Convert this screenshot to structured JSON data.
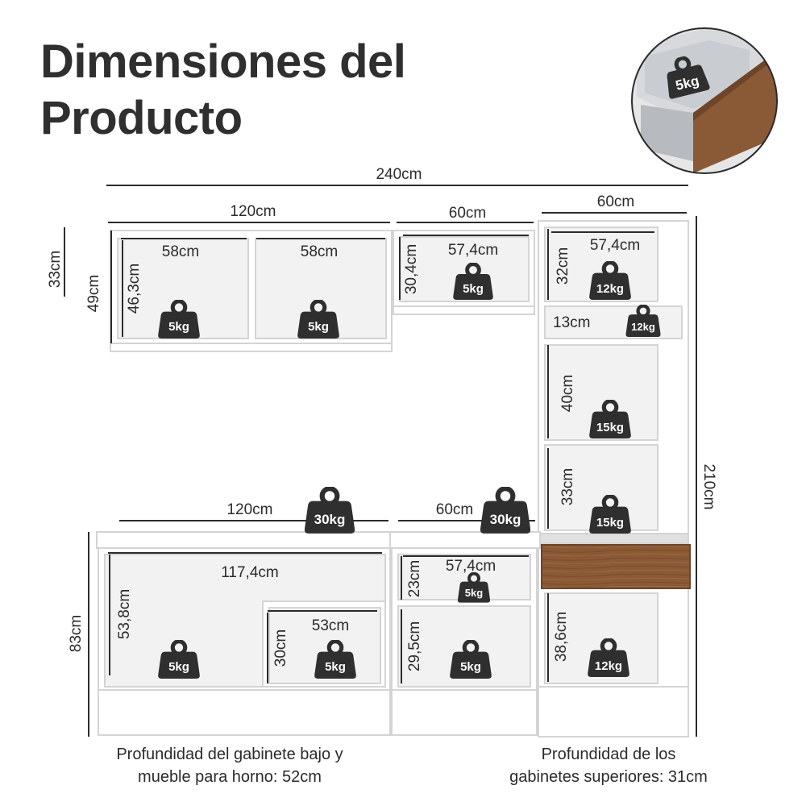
{
  "title": {
    "line1": "Dimensiones del",
    "line2": "Producto"
  },
  "colors": {
    "panel": "#ffffff",
    "edge": "#d4d4d4",
    "interior": "#f2f2f2",
    "wood": "#8a5a36",
    "ink": "#2b2b2b",
    "badge": "#2f2f2f"
  },
  "icons": {
    "weight": "weight-icon"
  },
  "inset": {
    "weight": "5kg"
  },
  "dimensions": {
    "total_width": "240cm",
    "upper_width": "120cm",
    "upper_mid_width": "60cm",
    "tower_width": "60cm",
    "upper_left_height_outer": "33cm",
    "upper_left_height": "49cm",
    "upper_left_inner_height": "46,3cm",
    "upper_left_shelf_a": "58cm",
    "upper_left_shelf_b": "58cm",
    "upper_mid_inner_width": "57,4cm",
    "upper_mid_inner_height": "30,4cm",
    "tower_top_width": "57,4cm",
    "tower_top_height": "32cm",
    "tower_niche_height": "13cm",
    "tower_mid_height": "40cm",
    "tower_low_height": "33cm",
    "total_height": "210cm",
    "base_width": "120cm",
    "base_mid_width": "60cm",
    "base_height": "83cm",
    "base_inner_width": "117,4cm",
    "base_inner_height": "53,8cm",
    "oven_niche_width": "53cm",
    "oven_niche_height": "30cm",
    "base_mid_inner_width": "57,4cm",
    "base_mid_upper_height": "23cm",
    "base_mid_lower_height": "29,5cm",
    "tower_base_height": "38,6cm"
  },
  "weights": {
    "upper_left_a": "5kg",
    "upper_left_b": "5kg",
    "upper_mid": "5kg",
    "tower_top": "12kg",
    "tower_niche": "12kg",
    "tower_mid": "15kg",
    "tower_low": "15kg",
    "countertop_left": "30kg",
    "countertop_mid": "30kg",
    "base_left": "5kg",
    "oven": "5kg",
    "base_mid_upper": "5kg",
    "base_mid_lower": "5kg",
    "tower_base": "12kg"
  },
  "notes": {
    "base_depth_line1": "Profundidad del gabinete bajo y",
    "base_depth_line2": "mueble para horno: 52cm",
    "upper_depth_line1": "Profundidad de los",
    "upper_depth_line2": "gabinetes superiores: 31cm"
  }
}
